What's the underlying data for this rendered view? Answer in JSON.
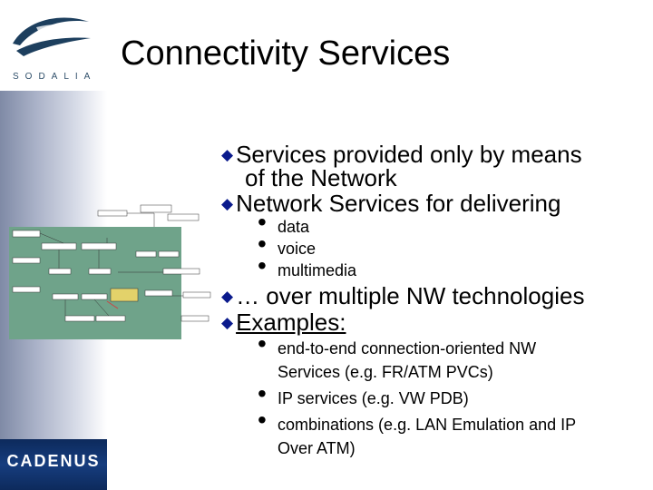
{
  "branding": {
    "logo_word": "SODALIA",
    "footer_logo": "CADENUS",
    "colors": {
      "accent_bullet": "#0a1a8c",
      "footer_bg": "#0d2a5c",
      "diagram_bg": "#6fa38a"
    }
  },
  "slide": {
    "title": "Connectivity Services",
    "items": [
      {
        "lines": [
          "Services provided only by means",
          "of the Network"
        ]
      },
      {
        "lines": [
          "Network Services for delivering"
        ],
        "subitems": [
          "data",
          "voice",
          "multimedia"
        ]
      },
      {
        "lines": [
          "… over multiple NW technologies"
        ]
      },
      {
        "lines": [
          "Examples:"
        ],
        "subitems": [
          [
            "end-to-end connection-oriented NW",
            "Services (e.g. FR/ATM PVCs)"
          ],
          [
            "IP services (e.g. VW PDB)"
          ],
          [
            "combinations (e.g. LAN Emulation and IP",
            "Over ATM)"
          ]
        ]
      }
    ]
  },
  "icons": {
    "bullet_level1": "diamond-bullet-icon",
    "bullet_level2": "round-bullet-icon"
  }
}
